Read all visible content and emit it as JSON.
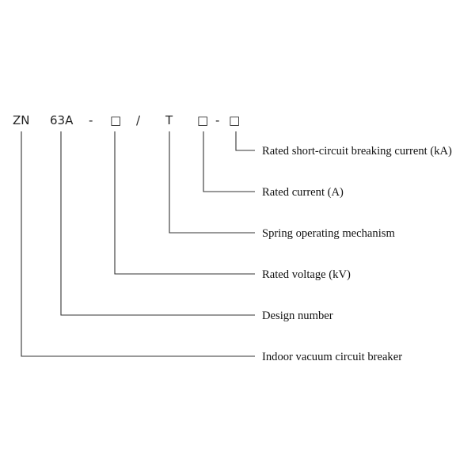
{
  "model_code": {
    "parts": [
      "ZN",
      "63A",
      "-",
      "□",
      "/",
      "T",
      "□",
      "-",
      "□"
    ]
  },
  "labels": [
    "Rated short-circuit breaking current (kA)",
    "Rated current (A)",
    "Spring operating mechanism",
    "Rated voltage (kV)",
    "Design number",
    "Indoor vacuum circuit breaker"
  ]
}
